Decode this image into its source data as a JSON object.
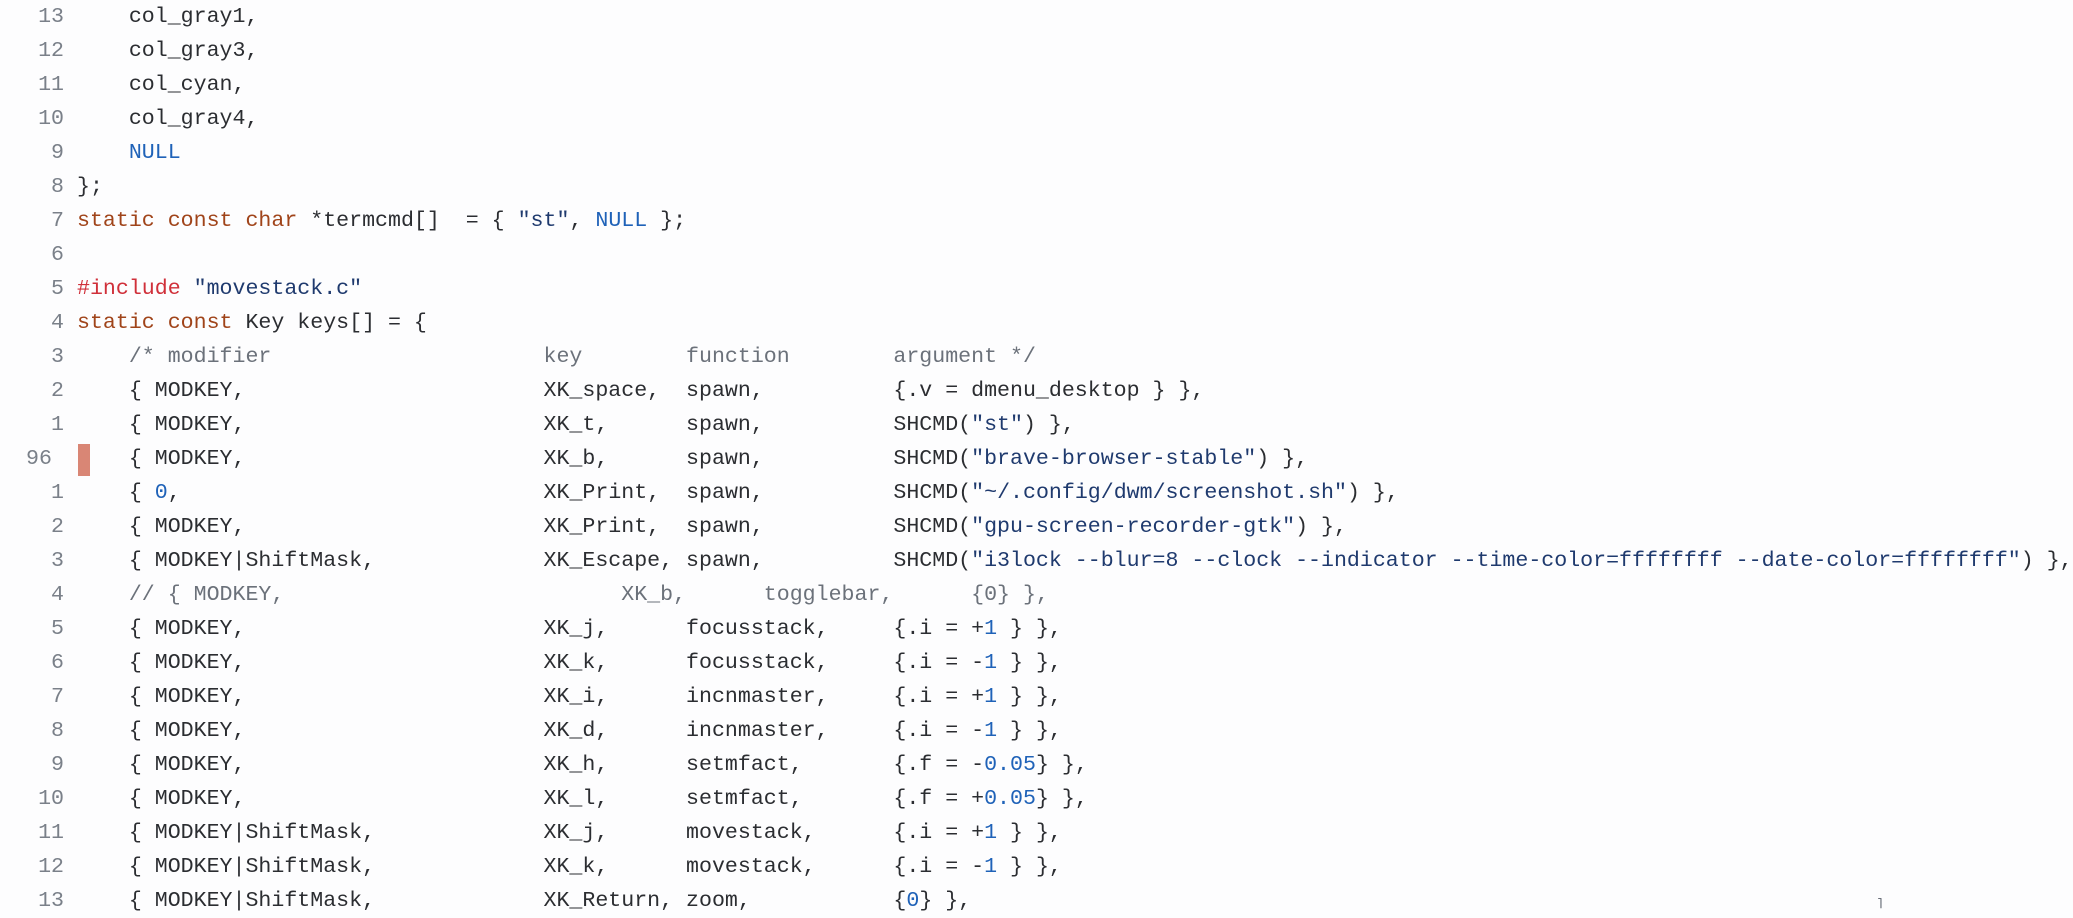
{
  "editor": {
    "cursor_line_number": "96",
    "colors": {
      "background": "#fdfdfe",
      "text": "#2b2d31",
      "line_number": "#7a8089",
      "keyword": "#a0441a",
      "preprocessor": "#d0303a",
      "string": "#1f3a6e",
      "number": "#1f62b8",
      "comment": "#6b717a",
      "cursor": "#d98675"
    },
    "corner_glyph": "˥",
    "lines": [
      {
        "num": "13",
        "tokens": [
          [
            "txt",
            "    col_gray1,"
          ]
        ]
      },
      {
        "num": "12",
        "tokens": [
          [
            "txt",
            "    col_gray3,"
          ]
        ]
      },
      {
        "num": "11",
        "tokens": [
          [
            "txt",
            "    col_cyan,"
          ]
        ]
      },
      {
        "num": "10",
        "tokens": [
          [
            "txt",
            "    col_gray4,"
          ]
        ]
      },
      {
        "num": "9",
        "tokens": [
          [
            "txt",
            "    "
          ],
          [
            "const",
            "NULL"
          ]
        ]
      },
      {
        "num": "8",
        "tokens": [
          [
            "txt",
            "};"
          ]
        ]
      },
      {
        "num": "7",
        "tokens": [
          [
            "kw",
            "static const char"
          ],
          [
            "txt",
            " *termcmd[]  = { "
          ],
          [
            "str",
            "\"st\""
          ],
          [
            "txt",
            ", "
          ],
          [
            "const",
            "NULL"
          ],
          [
            "txt",
            " };"
          ]
        ]
      },
      {
        "num": "6",
        "tokens": []
      },
      {
        "num": "5",
        "tokens": [
          [
            "pre",
            "#include"
          ],
          [
            "txt",
            " "
          ],
          [
            "str",
            "\"movestack.c\""
          ]
        ]
      },
      {
        "num": "4",
        "tokens": [
          [
            "kw",
            "static const"
          ],
          [
            "txt",
            " Key keys[] = {"
          ]
        ]
      },
      {
        "num": "3",
        "tokens": [
          [
            "txt",
            "    "
          ],
          [
            "com",
            "/* modifier                     key        function        argument */"
          ]
        ]
      },
      {
        "num": "2",
        "tokens": [
          [
            "txt",
            "    { MODKEY,                       XK_space,  spawn,          {.v = dmenu_desktop } },"
          ]
        ]
      },
      {
        "num": "1",
        "tokens": [
          [
            "txt",
            "    { MODKEY,                       XK_t,      spawn,          SHCMD("
          ],
          [
            "str",
            "\"st\""
          ],
          [
            "txt",
            ") },"
          ]
        ]
      },
      {
        "num": "96",
        "current": true,
        "tokens": [
          [
            "txt",
            "    { MODKEY,                       XK_b,      spawn,          SHCMD("
          ],
          [
            "str",
            "\"brave-browser-stable\""
          ],
          [
            "txt",
            ") },"
          ]
        ]
      },
      {
        "num": "1",
        "tokens": [
          [
            "txt",
            "    { "
          ],
          [
            "num",
            "0"
          ],
          [
            "txt",
            ",                            XK_Print,  spawn,          SHCMD("
          ],
          [
            "str",
            "\"~/.config/dwm/screenshot.sh\""
          ],
          [
            "txt",
            ") },"
          ]
        ]
      },
      {
        "num": "2",
        "tokens": [
          [
            "txt",
            "    { MODKEY,                       XK_Print,  spawn,          SHCMD("
          ],
          [
            "str",
            "\"gpu-screen-recorder-gtk\""
          ],
          [
            "txt",
            ") },"
          ]
        ]
      },
      {
        "num": "3",
        "tokens": [
          [
            "txt",
            "    { MODKEY|ShiftMask,             XK_Escape, spawn,          SHCMD("
          ],
          [
            "str",
            "\"i3lock --blur=8 --clock --indicator --time-color=ffffffff --date-color=ffffffff\""
          ],
          [
            "txt",
            ") },"
          ]
        ]
      },
      {
        "num": "4",
        "tokens": [
          [
            "txt",
            "    "
          ],
          [
            "com",
            "// { MODKEY,                          XK_b,      togglebar,      {0} },"
          ]
        ]
      },
      {
        "num": "5",
        "tokens": [
          [
            "txt",
            "    { MODKEY,                       XK_j,      focusstack,     {.i = +"
          ],
          [
            "num",
            "1"
          ],
          [
            "txt",
            " } },"
          ]
        ]
      },
      {
        "num": "6",
        "tokens": [
          [
            "txt",
            "    { MODKEY,                       XK_k,      focusstack,     {.i = -"
          ],
          [
            "num",
            "1"
          ],
          [
            "txt",
            " } },"
          ]
        ]
      },
      {
        "num": "7",
        "tokens": [
          [
            "txt",
            "    { MODKEY,                       XK_i,      incnmaster,     {.i = +"
          ],
          [
            "num",
            "1"
          ],
          [
            "txt",
            " } },"
          ]
        ]
      },
      {
        "num": "8",
        "tokens": [
          [
            "txt",
            "    { MODKEY,                       XK_d,      incnmaster,     {.i = -"
          ],
          [
            "num",
            "1"
          ],
          [
            "txt",
            " } },"
          ]
        ]
      },
      {
        "num": "9",
        "tokens": [
          [
            "txt",
            "    { MODKEY,                       XK_h,      setmfact,       {.f = -"
          ],
          [
            "num",
            "0.05"
          ],
          [
            "txt",
            "} },"
          ]
        ]
      },
      {
        "num": "10",
        "tokens": [
          [
            "txt",
            "    { MODKEY,                       XK_l,      setmfact,       {.f = +"
          ],
          [
            "num",
            "0.05"
          ],
          [
            "txt",
            "} },"
          ]
        ]
      },
      {
        "num": "11",
        "tokens": [
          [
            "txt",
            "    { MODKEY|ShiftMask,             XK_j,      movestack,      {.i = +"
          ],
          [
            "num",
            "1"
          ],
          [
            "txt",
            " } },"
          ]
        ]
      },
      {
        "num": "12",
        "tokens": [
          [
            "txt",
            "    { MODKEY|ShiftMask,             XK_k,      movestack,      {.i = -"
          ],
          [
            "num",
            "1"
          ],
          [
            "txt",
            " } },"
          ]
        ]
      },
      {
        "num": "13",
        "tokens": [
          [
            "txt",
            "    { MODKEY|ShiftMask,             XK_Return, zoom,           {"
          ],
          [
            "num",
            "0"
          ],
          [
            "txt",
            "} },"
          ]
        ]
      }
    ]
  }
}
